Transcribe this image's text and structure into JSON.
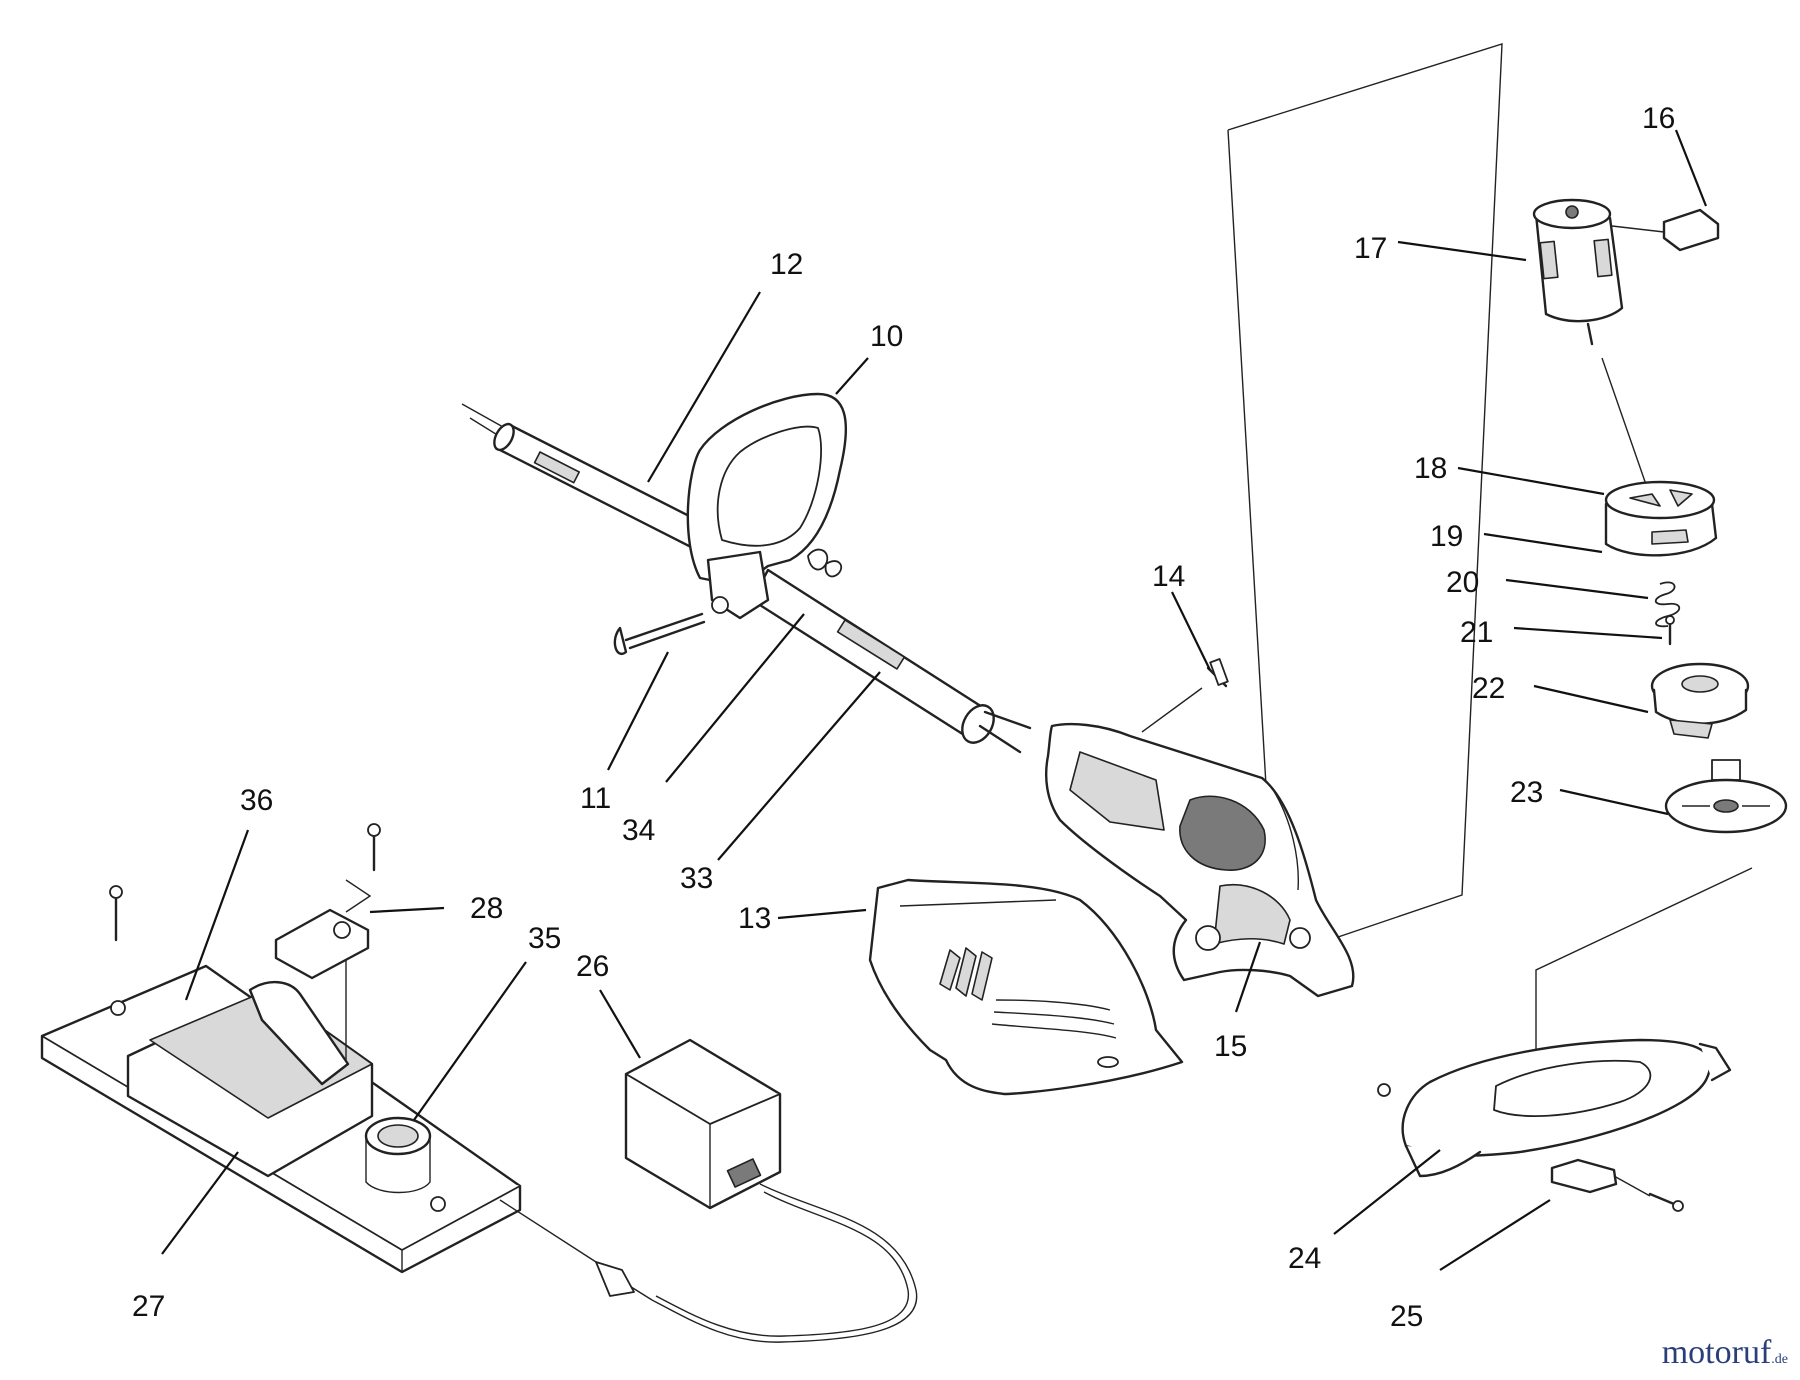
{
  "diagram": {
    "callouts": [
      {
        "id": "10",
        "text": "10"
      },
      {
        "id": "11",
        "text": "11"
      },
      {
        "id": "12",
        "text": "12"
      },
      {
        "id": "13",
        "text": "13"
      },
      {
        "id": "14",
        "text": "14"
      },
      {
        "id": "15",
        "text": "15"
      },
      {
        "id": "16",
        "text": "16"
      },
      {
        "id": "17",
        "text": "17"
      },
      {
        "id": "18",
        "text": "18"
      },
      {
        "id": "19",
        "text": "19"
      },
      {
        "id": "20",
        "text": "20"
      },
      {
        "id": "21",
        "text": "21"
      },
      {
        "id": "22",
        "text": "22"
      },
      {
        "id": "23",
        "text": "23"
      },
      {
        "id": "24",
        "text": "24"
      },
      {
        "id": "25",
        "text": "25"
      },
      {
        "id": "26",
        "text": "26"
      },
      {
        "id": "27",
        "text": "27"
      },
      {
        "id": "28",
        "text": "28"
      },
      {
        "id": "33",
        "text": "33"
      },
      {
        "id": "34",
        "text": "34"
      },
      {
        "id": "35",
        "text": "35"
      },
      {
        "id": "36",
        "text": "36"
      }
    ]
  },
  "watermark": {
    "brand": "motoruf",
    "tld": ".de"
  }
}
